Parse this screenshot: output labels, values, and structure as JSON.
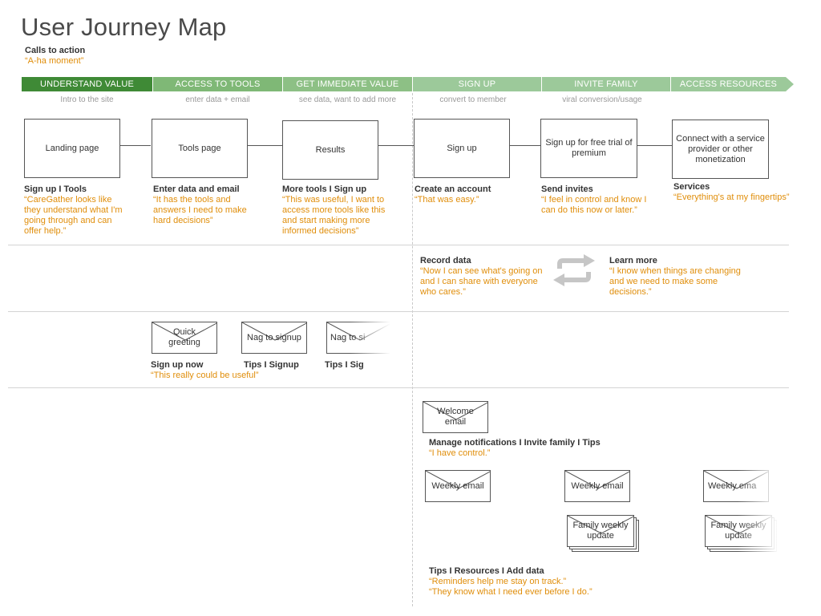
{
  "title": "User Journey Map",
  "calls_to_action": {
    "label": "Calls to action",
    "quote": "“A-ha moment”"
  },
  "colors": {
    "stage_1": "#3f8a36",
    "stage_2": "#7fb876",
    "stage_3": "#8dc085",
    "stage_4": "#9cc99a",
    "accent_quote": "#e08e0b"
  },
  "stages": [
    {
      "label": "UNDERSTAND VALUE",
      "sub": "Intro to the site"
    },
    {
      "label": "ACCESS TO TOOLS",
      "sub": "enter data + email"
    },
    {
      "label": "GET IMMEDIATE VALUE",
      "sub": "see data, want to add more"
    },
    {
      "label": "SIGN UP",
      "sub": "convert to member"
    },
    {
      "label": "INVITE FAMILY",
      "sub": "viral conversion/usage"
    },
    {
      "label": "ACCESS RESOURCES",
      "sub": ""
    }
  ],
  "flow_boxes": [
    {
      "text": "Landing page"
    },
    {
      "text": "Tools page"
    },
    {
      "text": "Results"
    },
    {
      "text": "Sign up"
    },
    {
      "text": "Sign up for free trial of premium"
    },
    {
      "text": "Connect with a service provider or other monetization"
    }
  ],
  "flow_notes": [
    {
      "label": "Sign up I Tools",
      "quote": "“CareGather looks like\nthey understand what I'm\ngoing through and can\noffer help.”"
    },
    {
      "label": "Enter data and email",
      "quote": "“It has the tools and\nanswers I need to make\nhard decisions”"
    },
    {
      "label": "More tools I Sign up",
      "quote": "“This was useful, I want to\naccess more tools like this\nand start making more\ninformed decisions”"
    },
    {
      "label": "Create an account",
      "quote": "“That was easy.”"
    },
    {
      "label": "Send invites",
      "quote": "“I feel in control and know I\ncan do this now or later.”"
    },
    {
      "label": "Services",
      "quote": "“Everything's at my fingertips”"
    }
  ],
  "loop": {
    "record": {
      "label": "Record data",
      "quote": "“Now I can see what's going on\nand I can share with everyone\nwho cares.”"
    },
    "learn": {
      "label": "Learn more",
      "quote": "“I know when things are changing\nand we need to make some\ndecisions.”"
    }
  },
  "emails_row1": {
    "envelopes": [
      {
        "text": "Quick greeting"
      },
      {
        "text": "Nag to signup"
      },
      {
        "text": "Nag to si"
      }
    ],
    "labels": [
      "Sign up now",
      "Tips I Signup",
      "Tips I Sig"
    ],
    "quote": "“This really could be useful”"
  },
  "emails_row2": {
    "welcome": "Welcome email",
    "manage_label": "Manage notifications I Invite family I Tips",
    "manage_quote": "“I have control.”",
    "weekly": [
      "Weekly email",
      "Weekly email",
      "Weekly ema"
    ],
    "family": [
      "Family weekly update",
      "Family weekly update"
    ],
    "tips_label": "Tips I Resources I Add data",
    "tips_quotes": [
      "“Reminders help me stay on track.”",
      "“They know what I need ever before I do.”"
    ]
  }
}
